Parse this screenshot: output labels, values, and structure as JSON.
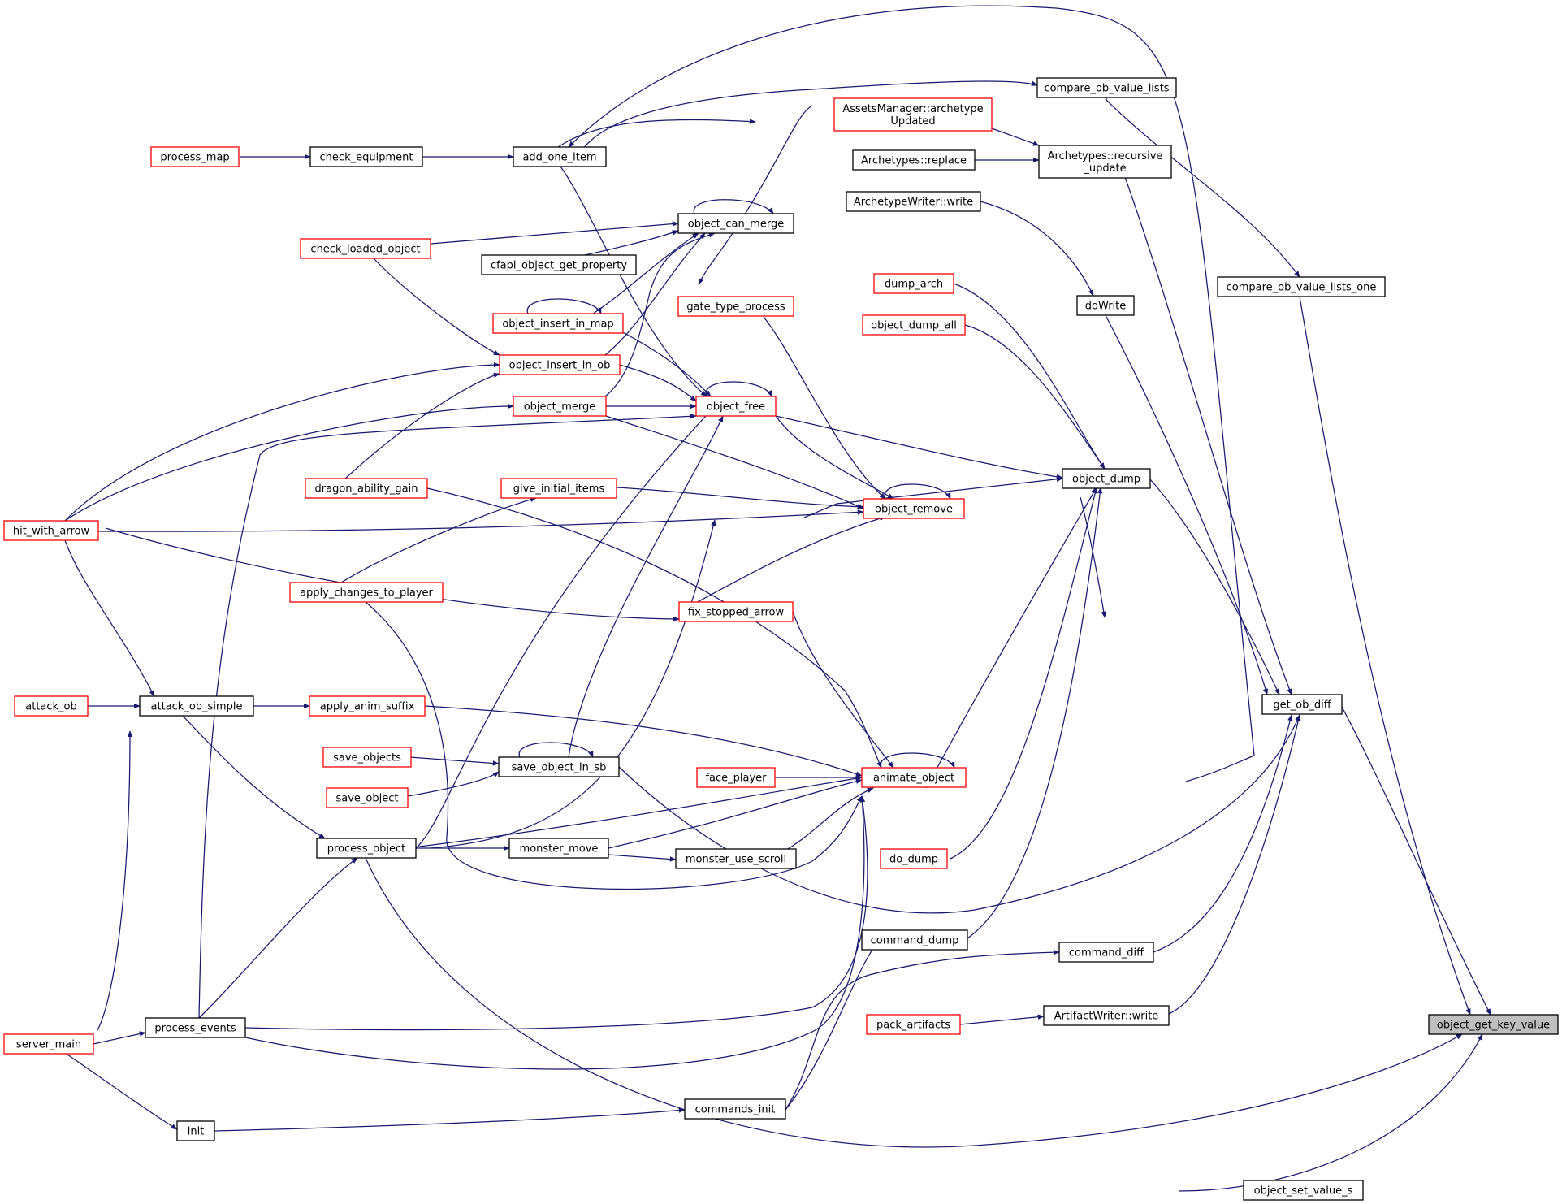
{
  "diagram": {
    "title": "",
    "colors": {
      "edge": "#191970",
      "border_default": "#000000",
      "border_truncated": "#ff0000",
      "focus_fill": "#bfbfbf",
      "background": "#ffffff"
    },
    "nodes": [
      {
        "id": "process_map",
        "lines": [
          "process_map"
        ],
        "style": "red"
      },
      {
        "id": "check_equipment",
        "lines": [
          "check_equipment"
        ],
        "style": "black"
      },
      {
        "id": "add_one_item",
        "lines": [
          "add_one_item"
        ],
        "style": "black"
      },
      {
        "id": "check_loaded_object",
        "lines": [
          "check_loaded_object"
        ],
        "style": "red"
      },
      {
        "id": "cfapi_object_get_property",
        "lines": [
          "cfapi_object_get_property"
        ],
        "style": "black"
      },
      {
        "id": "object_can_merge",
        "lines": [
          "object_can_merge"
        ],
        "style": "black"
      },
      {
        "id": "object_insert_in_map",
        "lines": [
          "object_insert_in_map"
        ],
        "style": "red"
      },
      {
        "id": "object_insert_in_ob",
        "lines": [
          "object_insert_in_ob"
        ],
        "style": "red"
      },
      {
        "id": "object_merge",
        "lines": [
          "object_merge"
        ],
        "style": "red"
      },
      {
        "id": "gate_type_process",
        "lines": [
          "gate_type_process"
        ],
        "style": "red"
      },
      {
        "id": "object_free",
        "lines": [
          "object_free"
        ],
        "style": "red"
      },
      {
        "id": "dragon_ability_gain",
        "lines": [
          "dragon_ability_gain"
        ],
        "style": "red"
      },
      {
        "id": "give_initial_items",
        "lines": [
          "give_initial_items"
        ],
        "style": "red"
      },
      {
        "id": "object_remove",
        "lines": [
          "object_remove"
        ],
        "style": "red"
      },
      {
        "id": "hit_with_arrow",
        "lines": [
          "hit_with_arrow"
        ],
        "style": "red"
      },
      {
        "id": "apply_changes_to_player",
        "lines": [
          "apply_changes_to_player"
        ],
        "style": "red"
      },
      {
        "id": "fix_stopped_arrow",
        "lines": [
          "fix_stopped_arrow"
        ],
        "style": "red"
      },
      {
        "id": "attack_ob",
        "lines": [
          "attack_ob"
        ],
        "style": "red"
      },
      {
        "id": "attack_ob_simple",
        "lines": [
          "attack_ob_simple"
        ],
        "style": "black"
      },
      {
        "id": "apply_anim_suffix",
        "lines": [
          "apply_anim_suffix"
        ],
        "style": "red"
      },
      {
        "id": "save_objects",
        "lines": [
          "save_objects"
        ],
        "style": "red"
      },
      {
        "id": "save_object_in_sb",
        "lines": [
          "save_object_in_sb"
        ],
        "style": "black"
      },
      {
        "id": "save_object",
        "lines": [
          "save_object"
        ],
        "style": "red"
      },
      {
        "id": "face_player",
        "lines": [
          "face_player"
        ],
        "style": "red"
      },
      {
        "id": "animate_object",
        "lines": [
          "animate_object"
        ],
        "style": "red"
      },
      {
        "id": "process_object",
        "lines": [
          "process_object"
        ],
        "style": "black"
      },
      {
        "id": "monster_move",
        "lines": [
          "monster_move"
        ],
        "style": "black"
      },
      {
        "id": "monster_use_scroll",
        "lines": [
          "monster_use_scroll"
        ],
        "style": "black"
      },
      {
        "id": "do_dump",
        "lines": [
          "do_dump"
        ],
        "style": "red"
      },
      {
        "id": "command_dump",
        "lines": [
          "command_dump"
        ],
        "style": "black"
      },
      {
        "id": "process_events",
        "lines": [
          "process_events"
        ],
        "style": "black"
      },
      {
        "id": "server_main",
        "lines": [
          "server_main"
        ],
        "style": "red"
      },
      {
        "id": "commands_init",
        "lines": [
          "commands_init"
        ],
        "style": "black"
      },
      {
        "id": "init",
        "lines": [
          "init"
        ],
        "style": "black"
      },
      {
        "id": "assets_manager_archetype_updated",
        "lines": [
          "AssetsManager::archetype",
          "Updated"
        ],
        "style": "red"
      },
      {
        "id": "archetypes_replace",
        "lines": [
          "Archetypes::replace"
        ],
        "style": "black"
      },
      {
        "id": "archetypes_recursive_update",
        "lines": [
          "Archetypes::recursive",
          "_update"
        ],
        "style": "black"
      },
      {
        "id": "archetype_writer_write",
        "lines": [
          "ArchetypeWriter::write"
        ],
        "style": "black"
      },
      {
        "id": "dump_arch",
        "lines": [
          "dump_arch"
        ],
        "style": "red"
      },
      {
        "id": "object_dump_all",
        "lines": [
          "object_dump_all"
        ],
        "style": "red"
      },
      {
        "id": "do_write",
        "lines": [
          "doWrite"
        ],
        "style": "black"
      },
      {
        "id": "object_dump",
        "lines": [
          "object_dump"
        ],
        "style": "black"
      },
      {
        "id": "compare_ob_value_lists",
        "lines": [
          "compare_ob_value_lists"
        ],
        "style": "black"
      },
      {
        "id": "compare_ob_value_lists_one",
        "lines": [
          "compare_ob_value_lists_one"
        ],
        "style": "black"
      },
      {
        "id": "get_ob_diff",
        "lines": [
          "get_ob_diff"
        ],
        "style": "black"
      },
      {
        "id": "command_diff",
        "lines": [
          "command_diff"
        ],
        "style": "black"
      },
      {
        "id": "pack_artifacts",
        "lines": [
          "pack_artifacts"
        ],
        "style": "red"
      },
      {
        "id": "artifact_writer_write",
        "lines": [
          "ArtifactWriter::write"
        ],
        "style": "black"
      },
      {
        "id": "object_get_key_value",
        "lines": [
          "object_get_key_value"
        ],
        "style": "focus"
      },
      {
        "id": "object_set_value_s",
        "lines": [
          "object_set_value_s"
        ],
        "style": "black"
      }
    ]
  }
}
